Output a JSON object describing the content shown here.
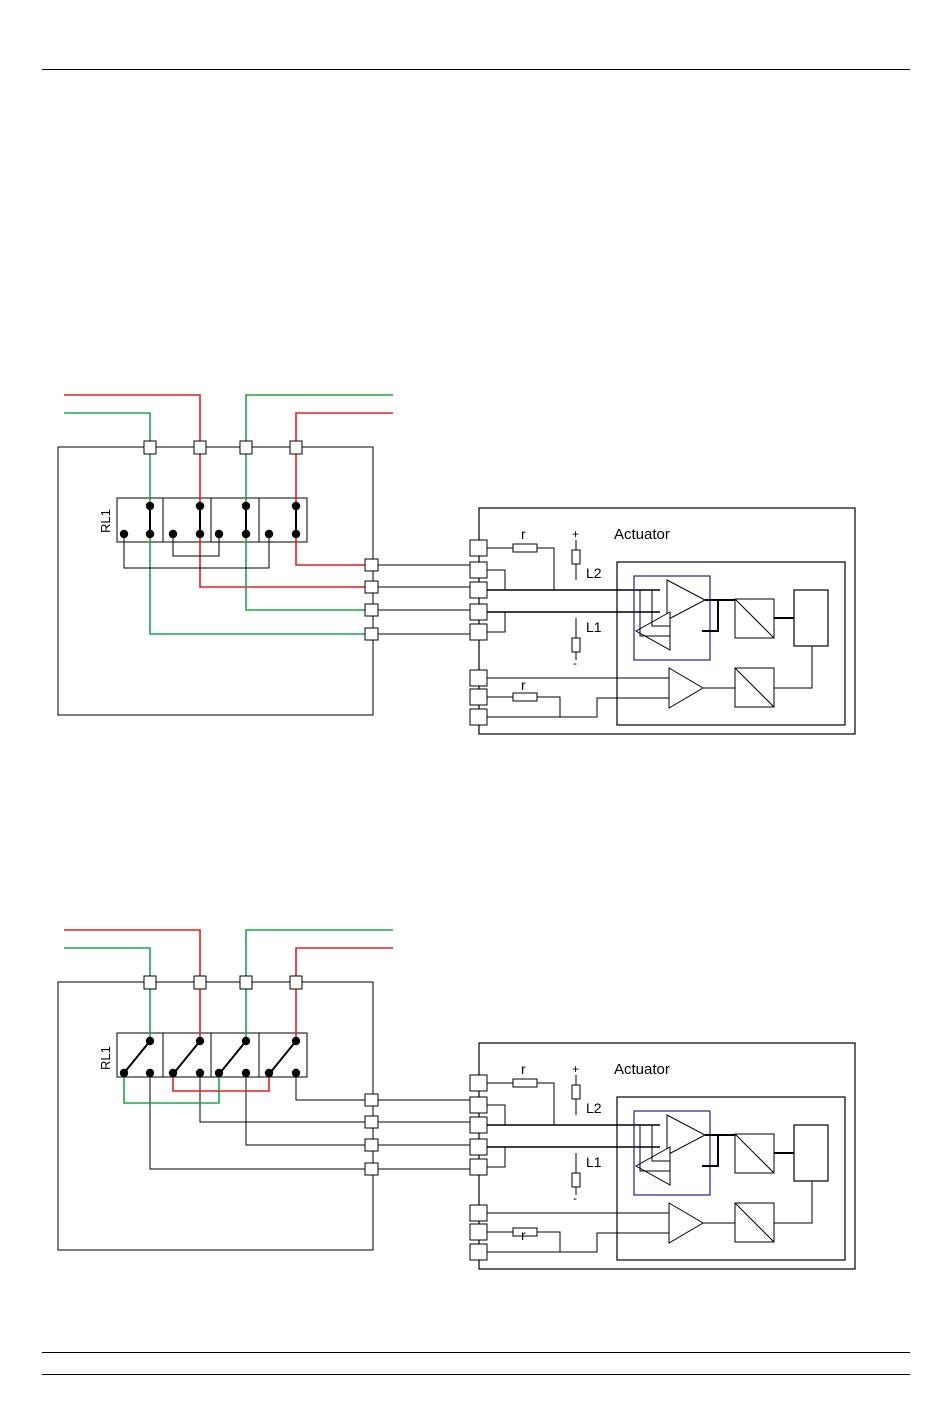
{
  "diagrams": [
    {
      "relay_label": "RL1",
      "actuator_label": "Actuator",
      "resistor_label": "r",
      "plus_label": "+",
      "minus_label": "-",
      "l2_label": "L2",
      "l1_label": "L1",
      "relay_state": "energized"
    },
    {
      "relay_label": "RL1",
      "actuator_label": "Actuator",
      "resistor_label": "r",
      "plus_label": "+",
      "minus_label": "-",
      "l2_label": "L2",
      "l1_label": "L1",
      "relay_state": "released"
    }
  ],
  "colors": {
    "wire_red": "#e0201e",
    "wire_green": "#1aa64a",
    "line": "#000000",
    "accent_blue": "#1f1f8f"
  }
}
